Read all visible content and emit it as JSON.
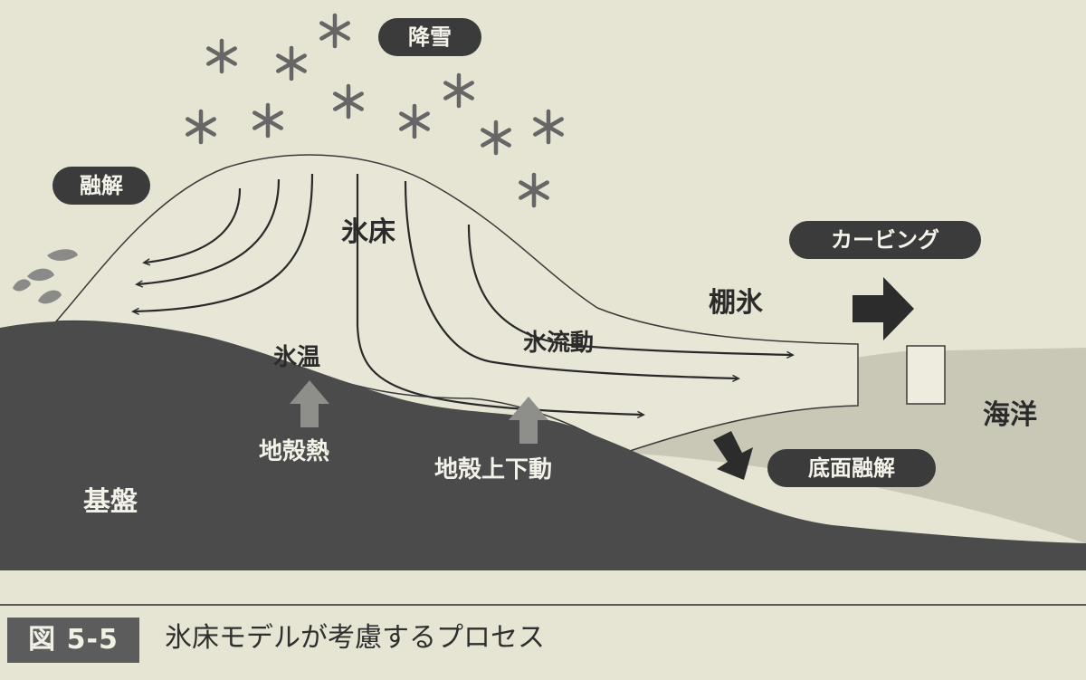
{
  "diagram": {
    "labels": {
      "snowfall": "降雪",
      "melting": "融解",
      "ice_sheet": "氷床",
      "calving": "カービング",
      "ice_shelf": "棚氷",
      "ice_flow": "氷流動",
      "ice_temperature": "氷温",
      "ocean": "海洋",
      "crustal_heat": "地殻熱",
      "crustal_movement": "地殻上下動",
      "basal_melting": "底面融解",
      "bedrock": "基盤"
    },
    "colors": {
      "bedrock": "#4b4b4c",
      "ocean": "#c9c8b6",
      "ice": "#e8e6d6",
      "pill": "#3b3b3c",
      "up_arrow": "#8e8e8b",
      "snowflake": "#666666"
    }
  },
  "figure": {
    "number": "図 5-5",
    "caption": "氷床モデルが考慮するプロセス"
  }
}
